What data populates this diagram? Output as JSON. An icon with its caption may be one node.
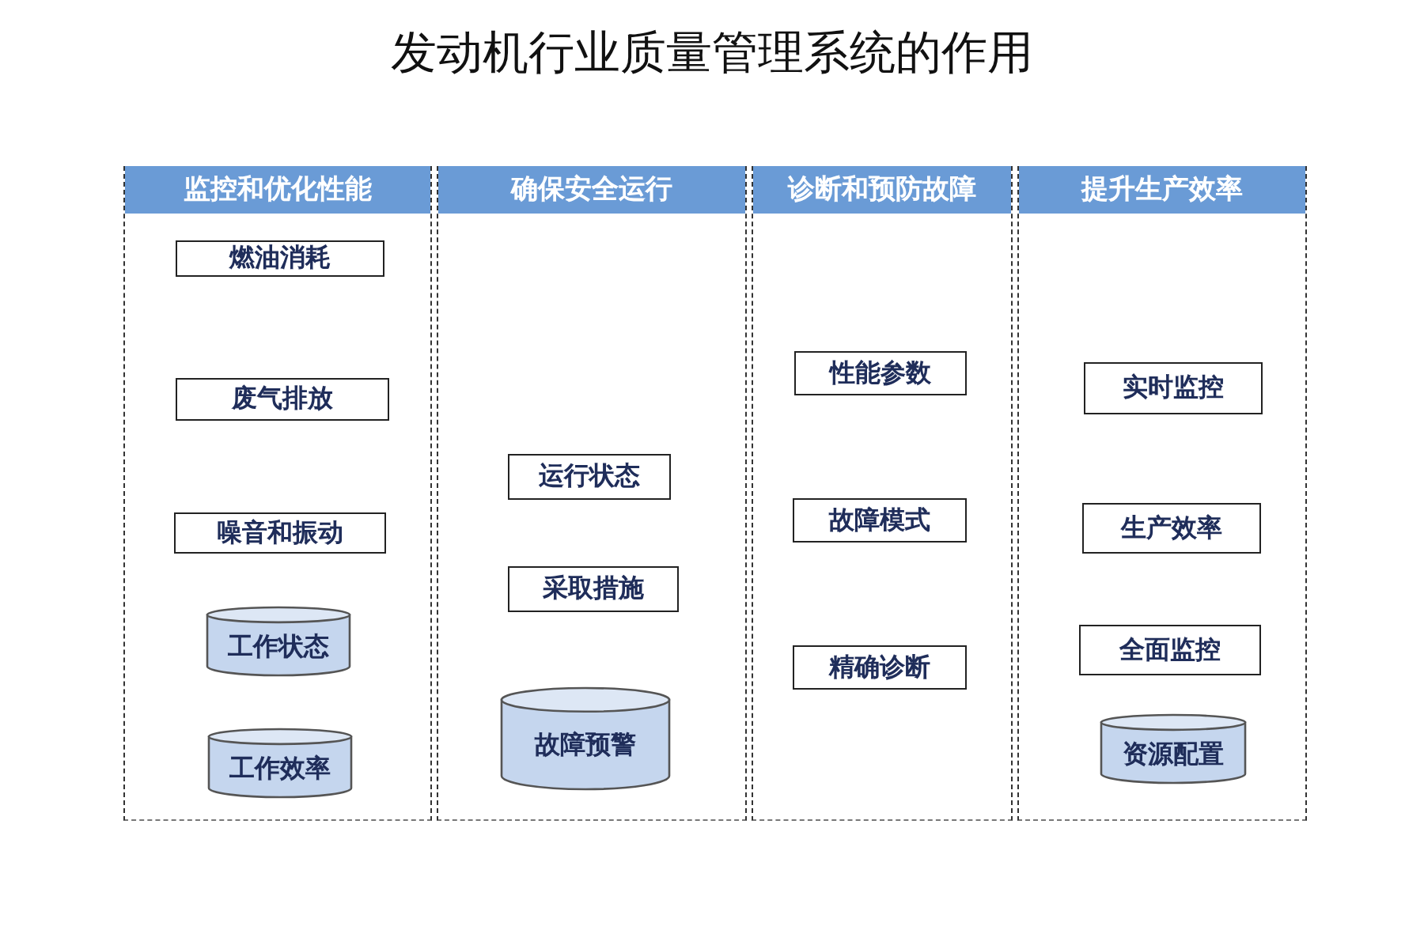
{
  "diagram": {
    "title": "发动机行业质量管理系统的作用",
    "nodes": [
      {
        "text": [
          "监控和优化性能"
        ]
      },
      {
        "text": [
          "燃油消耗"
        ],
        "in": 0
      },
      {
        "text": [
          "废气排放"
        ],
        "in": 0
      },
      {
        "text": [
          "噪音和振动"
        ],
        "in": 0
      },
      {
        "text": [
          "工作状态"
        ],
        "in": 0
      },
      {
        "text": [
          "工作效率"
        ],
        "in": 0
      },
      {
        "text": [
          "确保安全运行"
        ]
      },
      {
        "text": [
          "运行状态"
        ],
        "in": 6
      },
      {
        "text": [
          "采取措施"
        ],
        "in": 6
      },
      {
        "text": [
          "故障预警"
        ],
        "in": 6
      },
      {
        "text": [
          "诊断和预防故障"
        ]
      },
      {
        "text": [
          "性能参数"
        ],
        "in": 10
      },
      {
        "text": [
          "故障模式"
        ],
        "in": 10
      },
      {
        "text": [
          "精确诊断"
        ],
        "in": 10
      },
      {
        "text": [
          "提升生产效率"
        ]
      },
      {
        "text": [
          "实时监控"
        ],
        "in": 14
      },
      {
        "text": [
          "生产效率"
        ],
        "in": 14
      },
      {
        "text": [
          "全面监控"
        ],
        "in": 14
      },
      {
        "text": [
          "资源配置"
        ],
        "in": 14
      }
    ]
  }
}
